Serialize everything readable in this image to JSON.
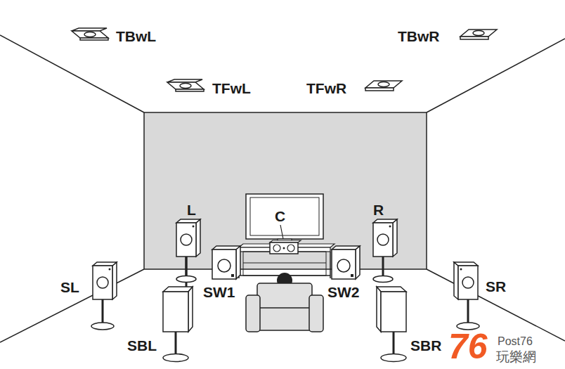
{
  "diagram": {
    "labels": [
      "TBwL",
      "TBwR",
      "TFwL",
      "TFwR",
      "L",
      "C",
      "R",
      "SL",
      "SR",
      "SW1",
      "SW2",
      "SBL",
      "SBR",
      "76",
      "Post76",
      "玩樂網"
    ]
  }
}
